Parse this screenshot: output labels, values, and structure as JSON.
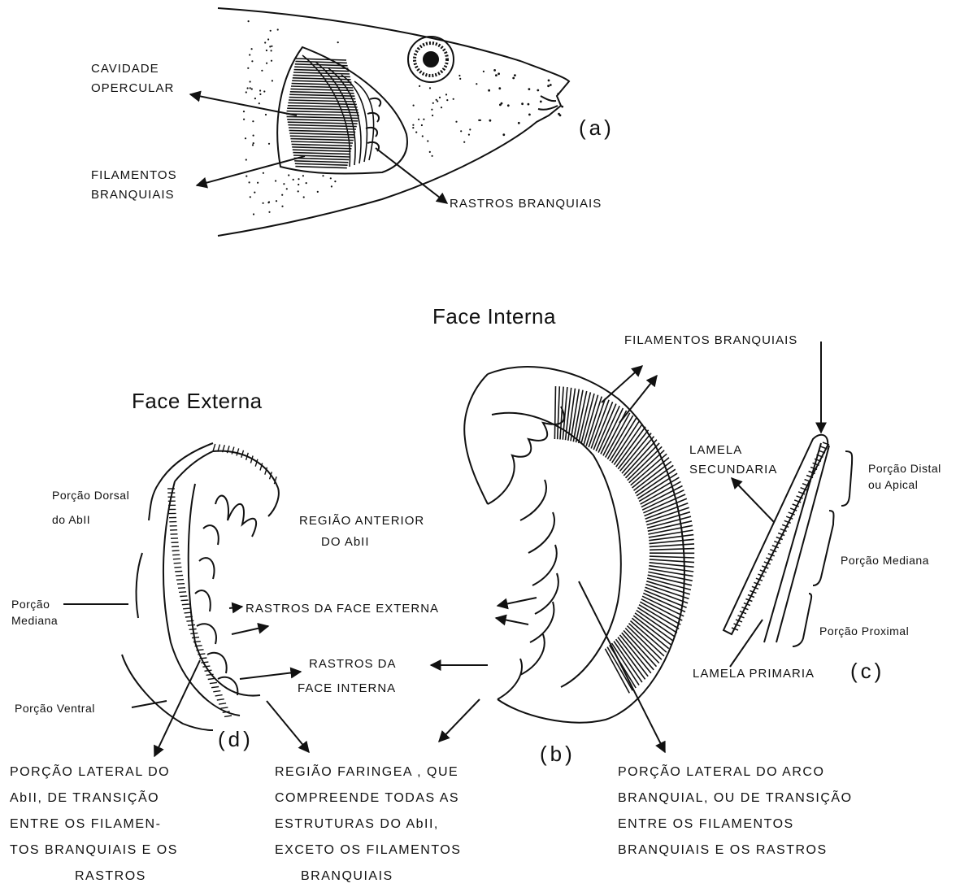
{
  "panel_a": {
    "tag": "(a)",
    "cavidade_1": "CAVIDADE",
    "cavidade_2": "OPERCULAR",
    "filamentos_1": "FILAMENTOS",
    "filamentos_2": "BRANQUIAIS",
    "rastros": "RASTROS  BRANQUIAIS"
  },
  "panel_b": {
    "tag": "(b)",
    "title": "Face Interna",
    "filamentos": "FILAMENTOS BRANQUIAIS",
    "caption": [
      "PORÇÃO LATERAL DO ARCO",
      "BRANQUIAL, OU DE TRANSIÇÃO",
      "ENTRE OS FILAMENTOS",
      "BRANQUIAIS E OS RASTROS"
    ]
  },
  "panel_c": {
    "tag": "(c)",
    "lamela_sec_1": "LAMELA",
    "lamela_sec_2": "SECUNDARIA",
    "lamela_primaria": "LAMELA PRIMARIA",
    "distal_1": "Porção Distal",
    "distal_2": "ou Apical",
    "mediana": "Porção Mediana",
    "proximal": "Porção Proximal"
  },
  "panel_d": {
    "tag": "(d)",
    "title": "Face Externa",
    "dorsal_1": "Porção Dorsal",
    "dorsal_2": "do AbII",
    "mediana_1": "Porção",
    "mediana_2": "Mediana",
    "ventral": "Porção Ventral",
    "caption": [
      "PORÇÃO LATERAL DO",
      "AbII, DE TRANSIÇÃO",
      "ENTRE OS FILAMEN-",
      "TOS BRANQUIAIS E OS",
      "RASTROS"
    ]
  },
  "center": {
    "regiao_1": "REGIÃO ANTERIOR",
    "regiao_2": "DO AbII",
    "rastros_externa": "RASTROS DA FACE EXTERNA",
    "rastros_interna_1": "RASTROS DA",
    "rastros_interna_2": "FACE INTERNA",
    "faringea_caption": [
      "REGIÃO FARINGEA , QUE",
      "COMPREENDE TODAS AS",
      "ESTRUTURAS DO AbII,",
      "EXCETO OS FILAMENTOS",
      "BRANQUIAIS"
    ]
  }
}
